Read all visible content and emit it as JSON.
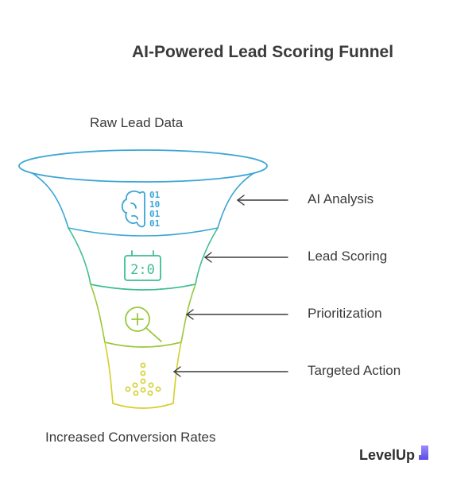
{
  "title": "AI-Powered Lead Scoring Funnel",
  "top_label": "Raw Lead Data",
  "bottom_label": "Increased Conversion Rates",
  "stages": [
    {
      "label": "AI Analysis",
      "icon": "brain-binary-icon",
      "color": "#3aa6d6"
    },
    {
      "label": "Lead Scoring",
      "icon": "scoreboard-icon",
      "color": "#3dbf8e"
    },
    {
      "label": "Prioritization",
      "icon": "magnify-plus-icon",
      "color": "#9ac73b"
    },
    {
      "label": "Targeted Action",
      "icon": "dots-arrow-down-icon",
      "color": "#d4cf2a"
    }
  ],
  "icon_texts": {
    "binary": [
      "01",
      "10",
      "01",
      "01"
    ],
    "score": "2:0"
  },
  "brand": {
    "name": "LevelUp",
    "accent": "#7b6cf0"
  }
}
